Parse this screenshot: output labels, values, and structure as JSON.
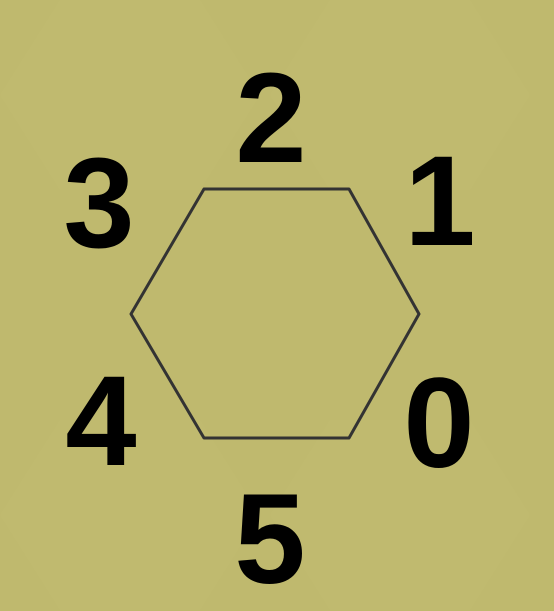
{
  "diagram": {
    "background_color": "#bfb96e",
    "stroke_color": "#333333",
    "edge_labels": [
      {
        "id": "0",
        "text": "0"
      },
      {
        "id": "1",
        "text": "1"
      },
      {
        "id": "2",
        "text": "2"
      },
      {
        "id": "3",
        "text": "3"
      },
      {
        "id": "4",
        "text": "4"
      },
      {
        "id": "5",
        "text": "5"
      }
    ]
  }
}
